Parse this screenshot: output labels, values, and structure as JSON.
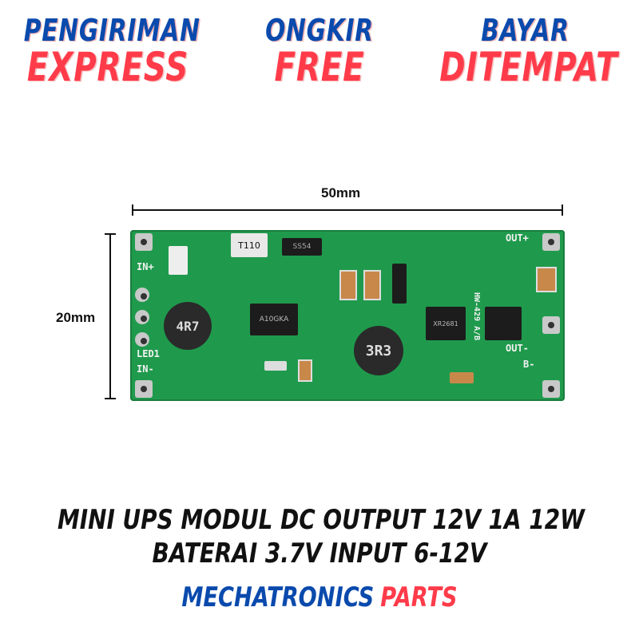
{
  "banner": [
    {
      "line1": "PENGIRIMAN",
      "line2": "EXPRESS"
    },
    {
      "line1": "ONGKIR",
      "line2": "FREE"
    },
    {
      "line1": "BAYAR",
      "line2": "DITEMPAT"
    }
  ],
  "dimensions": {
    "width": "50mm",
    "height": "20mm"
  },
  "pcb_labels": {
    "in_plus": "IN+",
    "in_minus": "IN-",
    "led": "LED1",
    "out_plus": "OUT+",
    "out_minus": "OUT-",
    "b_minus": "B-",
    "chip1": "A10GKA",
    "chip2": "XR2681",
    "model": "HW-429 A/B",
    "ind1": "4R7",
    "ind2": "3R3",
    "diode": "T110",
    "ss": "SS54"
  },
  "product_title": {
    "line1": "MINI UPS MODUL DC OUTPUT 12V 1A 12W",
    "line2": "BATERAI 3.7V INPUT 6-12V"
  },
  "brand": {
    "part1": "MECHATRONICS",
    "part2": "PARTS"
  },
  "colors": {
    "blue": "#0a4aad",
    "red": "#ff3b4a",
    "pcb_green": "#1f9a4c"
  }
}
